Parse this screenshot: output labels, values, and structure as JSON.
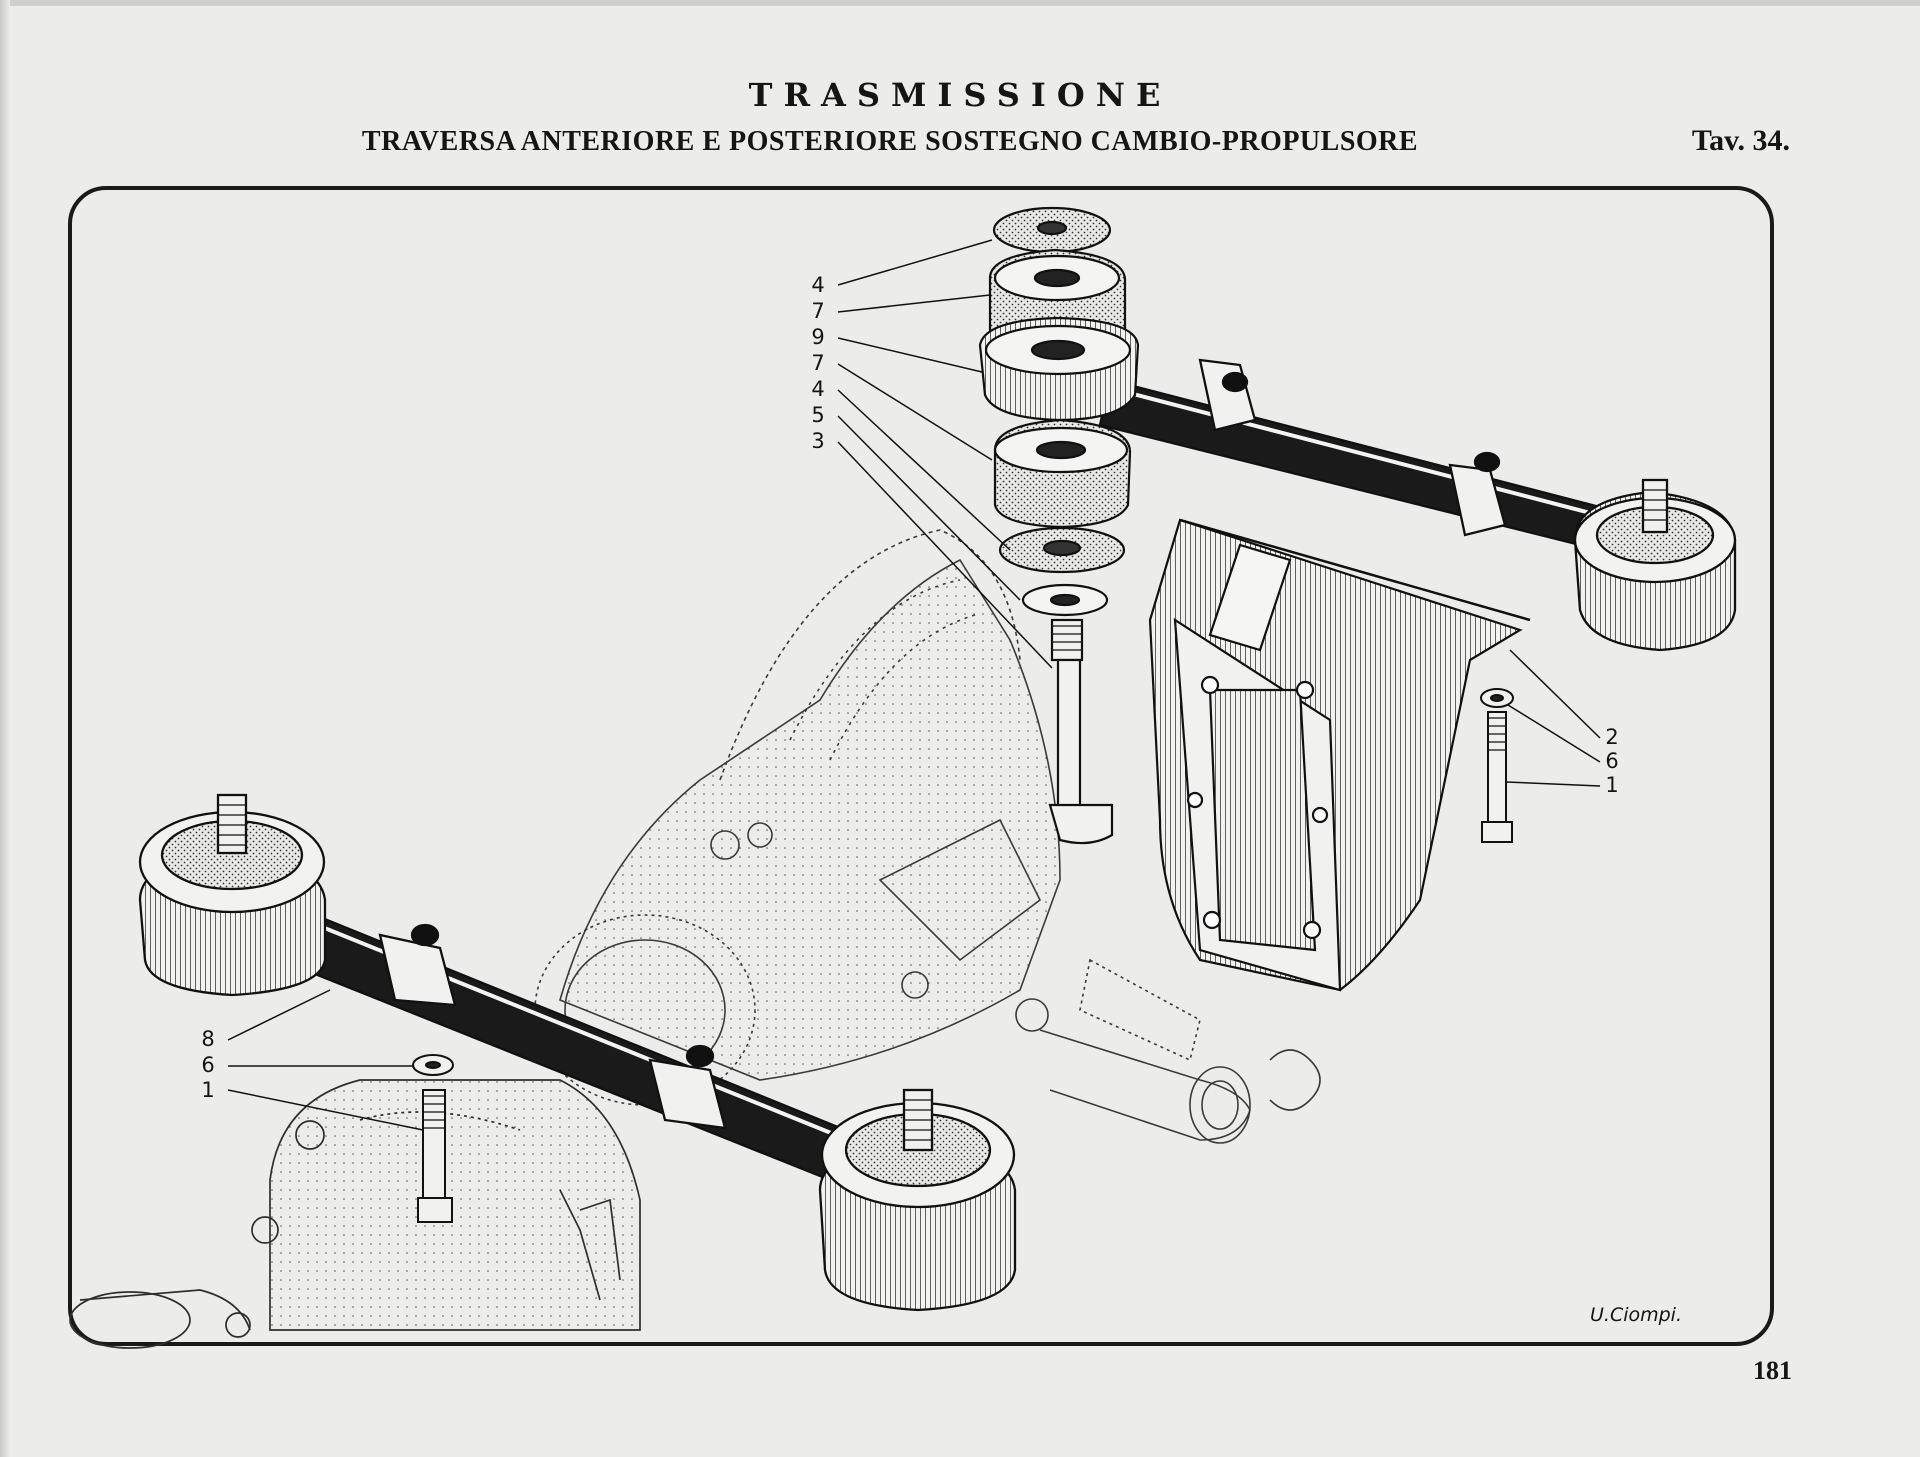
{
  "header": {
    "title": "TRASMISSIONE",
    "subtitle": "TRAVERSA ANTERIORE E POSTERIORE SOSTEGNO CAMBIO-PROPULSORE",
    "plate": "Tav. 34."
  },
  "callouts": {
    "upper": [
      "4",
      "7",
      "9",
      "7",
      "4",
      "5",
      "3"
    ],
    "right": [
      "2",
      "6",
      "1"
    ],
    "left": [
      "8",
      "6",
      "1"
    ]
  },
  "signature": "U.Ciompi.",
  "page_number": "181",
  "colors": {
    "paper": "#ececea",
    "ink": "#151515"
  }
}
